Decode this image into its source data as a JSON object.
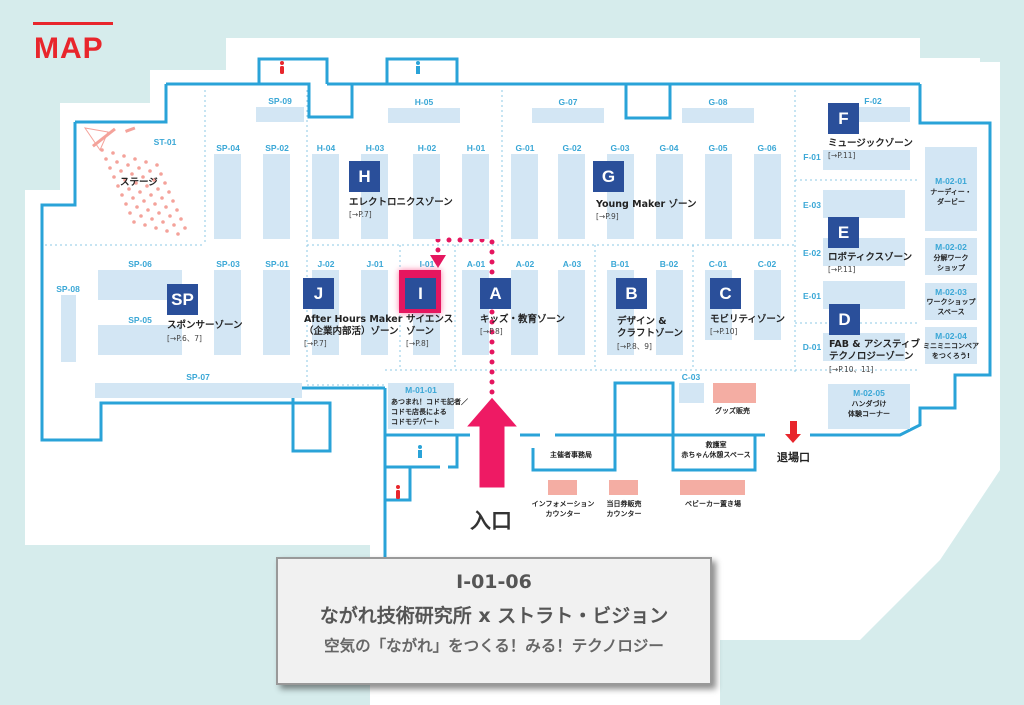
{
  "header": {
    "title": "MAP"
  },
  "colors": {
    "wall": "#2aa3d8",
    "booth": "#d3e6f4",
    "zone_badge": "#2a4f9a",
    "highlight": "#e5165f",
    "service": "#f4ada3",
    "background": "#d6ecec",
    "title_red": "#e8262c"
  },
  "booths": {
    "st01": "ST-01",
    "sp09": "SP-09",
    "sp04": "SP-04",
    "sp02": "SP-02",
    "sp06": "SP-06",
    "sp03": "SP-03",
    "sp01": "SP-01",
    "sp08": "SP-08",
    "sp05": "SP-05",
    "sp07": "SP-07",
    "h05": "H-05",
    "h04": "H-04",
    "h03": "H-03",
    "h02": "H-02",
    "h01": "H-01",
    "g07": "G-07",
    "g08": "G-08",
    "g01": "G-01",
    "g02": "G-02",
    "g03": "G-03",
    "g04": "G-04",
    "g05": "G-05",
    "g06": "G-06",
    "f02": "F-02",
    "f01": "F-01",
    "e03": "E-03",
    "e02": "E-02",
    "e01": "E-01",
    "d01": "D-01",
    "j02": "J-02",
    "j01": "J-01",
    "i01": "I-01",
    "a01": "A-01",
    "a02": "A-02",
    "a03": "A-03",
    "b01": "B-01",
    "b02": "B-02",
    "c01": "C-01",
    "c02": "C-02",
    "c03": "C-03",
    "m0101": "M-01-01",
    "m0201": "M-02-01",
    "m0202": "M-02-02",
    "m0203": "M-02-03",
    "m0204": "M-02-04",
    "m0205": "M-02-05"
  },
  "zones": {
    "stage": "ステージ",
    "SP": {
      "badge": "SP",
      "name": "スポンサーゾーン",
      "ref": "[→P.6、7]"
    },
    "H": {
      "badge": "H",
      "name": "エレクトロニクスゾーン",
      "ref": "[→P.7]"
    },
    "G": {
      "badge": "G",
      "name": "Young Maker ゾーン",
      "ref": "[→P.9]"
    },
    "F": {
      "badge": "F",
      "name": "ミュージックゾーン",
      "ref": "[→P.11]"
    },
    "E": {
      "badge": "E",
      "name": "ロボティクスゾーン",
      "ref": "[→P.11]"
    },
    "D": {
      "badge": "D",
      "name1": "FAB & アシスティブ",
      "name2": "テクノロジーゾーン",
      "ref": "[→P.10、11]"
    },
    "J": {
      "badge": "J",
      "name1": "After Hours Maker",
      "name2": "（企業内部活）ゾーン",
      "ref": "[→P.7]"
    },
    "I": {
      "badge": "I",
      "name1": "サイエンス",
      "name2": "ゾーン",
      "ref": "[→P.8]"
    },
    "A": {
      "badge": "A",
      "name": "キッズ・教育ゾーン",
      "ref": "[→P.8]"
    },
    "B": {
      "badge": "B",
      "name1": "デザイン &",
      "name2": "クラフトゾーン",
      "ref": "[→P.8、9]"
    },
    "C": {
      "badge": "C",
      "name": "モビリティゾーン",
      "ref": "[→P.10]"
    }
  },
  "special": {
    "m0101": [
      "あつまれ！コドモ記者／",
      "コドモ店長による",
      "コドモデパート"
    ],
    "m0201": [
      "ナーディー・",
      "ダービー"
    ],
    "m0202": [
      "分解ワーク",
      "ショップ"
    ],
    "m0203": [
      "ワークショップ",
      "スペース"
    ],
    "m0204": [
      "ミニミニコンベア",
      "をつくろう!"
    ],
    "m0205": [
      "ハンダづけ",
      "体験コーナー"
    ]
  },
  "facilities": {
    "organizer_office": "主催者事務局",
    "first_aid": [
      "救護室",
      "赤ちゃん休憩スペース"
    ],
    "goods": "グッズ販売",
    "info_counter": [
      "インフォメーション",
      "カウンター"
    ],
    "ticket_counter": [
      "当日券販売",
      "カウンター"
    ],
    "stroller": "ベビーカー置き場"
  },
  "icons": {
    "restroom_female": "female-restroom-icon",
    "restroom_male": "male-restroom-icon",
    "entrance_arrow": "entrance-arrow-icon",
    "exit_arrow": "exit-arrow-icon"
  },
  "entrance": "入口",
  "exit": "退場口",
  "selected_booth": {
    "id": "I-01-06",
    "name": "ながれ技術研究所 x ストラト・ビジョン",
    "description": "空気の「ながれ」をつくる！みる！テクノロジー"
  }
}
